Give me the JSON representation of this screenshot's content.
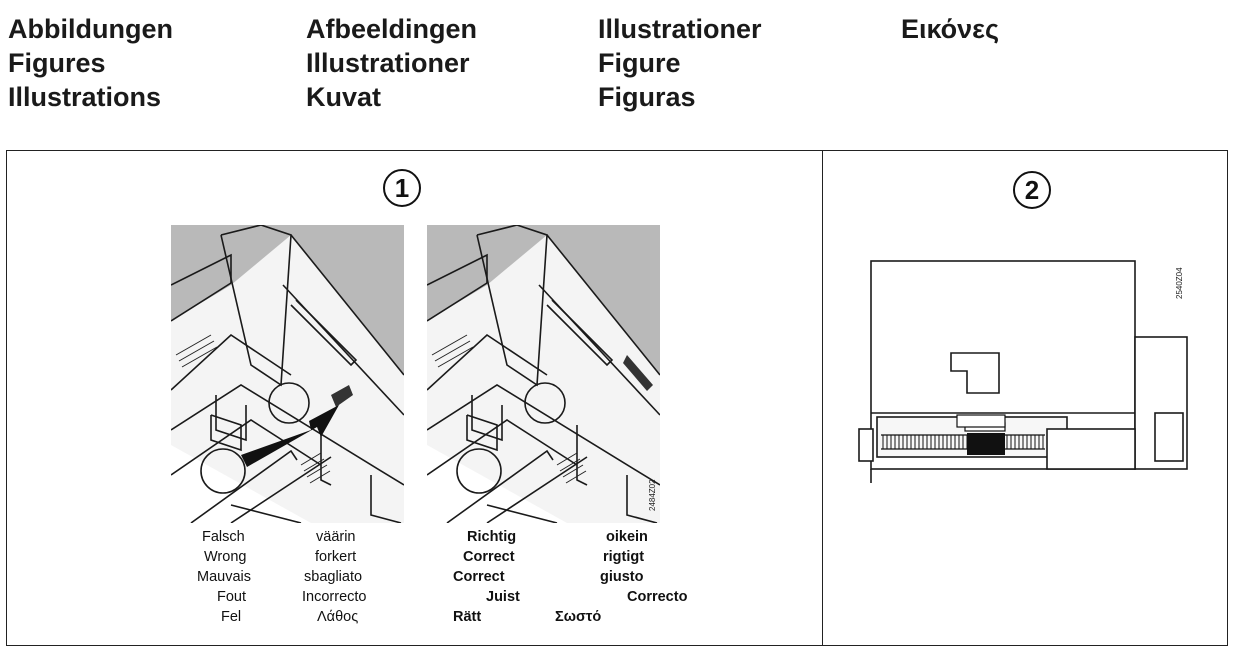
{
  "headers": [
    [
      "Abbildungen",
      "Figures",
      "Illustrations"
    ],
    [
      "Afbeeldingen",
      "Illustrationer",
      "Kuvat"
    ],
    [
      "Illustrationer",
      "Figure",
      "Figuras"
    ],
    [
      "Εικόνες"
    ]
  ],
  "panel1": {
    "number": "1",
    "wrong_code": "",
    "right_code": "2484Z02",
    "wrong_col1": [
      "Falsch",
      "Wrong",
      "Mauvais",
      "Fout",
      "Fel"
    ],
    "wrong_col2": [
      "väärin",
      "forkert",
      "sbagliato",
      "Incorrecto",
      "Λάθος"
    ],
    "right_col1": [
      "Richtig",
      "Correct",
      "Correct",
      "Juist",
      "Rätt"
    ],
    "right_col2": [
      "oikein",
      "rigtigt",
      "giusto",
      "Correcto",
      "Σωστό"
    ]
  },
  "panel2": {
    "number": "2",
    "code": "2540Z04"
  }
}
